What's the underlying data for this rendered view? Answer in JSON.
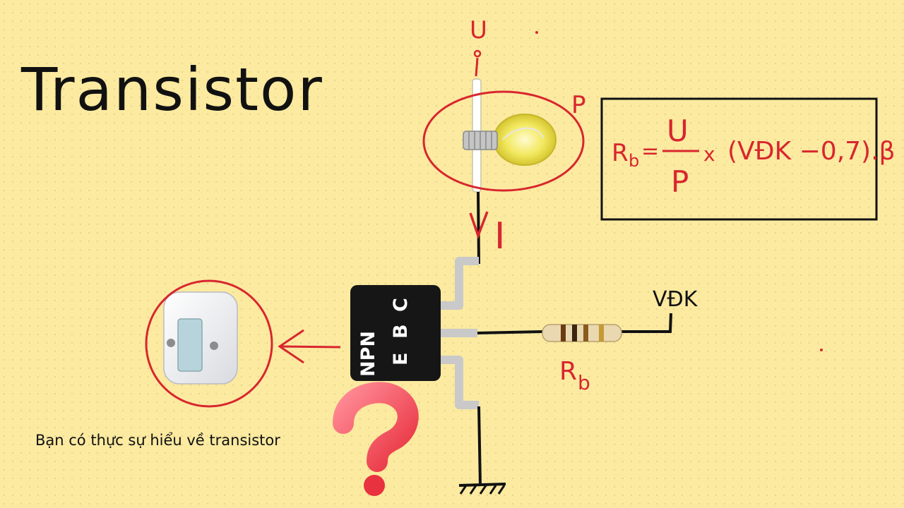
{
  "title": "Transistor",
  "caption": "Bạn có thực sự hiểu về  transistor",
  "labels": {
    "voltage": "U",
    "power": "P",
    "current": "I",
    "control_voltage": "VĐK",
    "base_resistor": "R",
    "base_resistor_sub": "b"
  },
  "transistor": {
    "type": "NPN",
    "pin_c": "C",
    "pin_b": "B",
    "pin_e": "E"
  },
  "formula": {
    "lhs": "R",
    "lhs_sub": "b",
    "equals": "=",
    "numerator": "U",
    "denominator": "P",
    "times": "x",
    "term": "(VĐK −0,7).β"
  },
  "colors": {
    "background": "#fbeaa0",
    "ink_red": "#d8262e",
    "ink_black": "#111111"
  }
}
